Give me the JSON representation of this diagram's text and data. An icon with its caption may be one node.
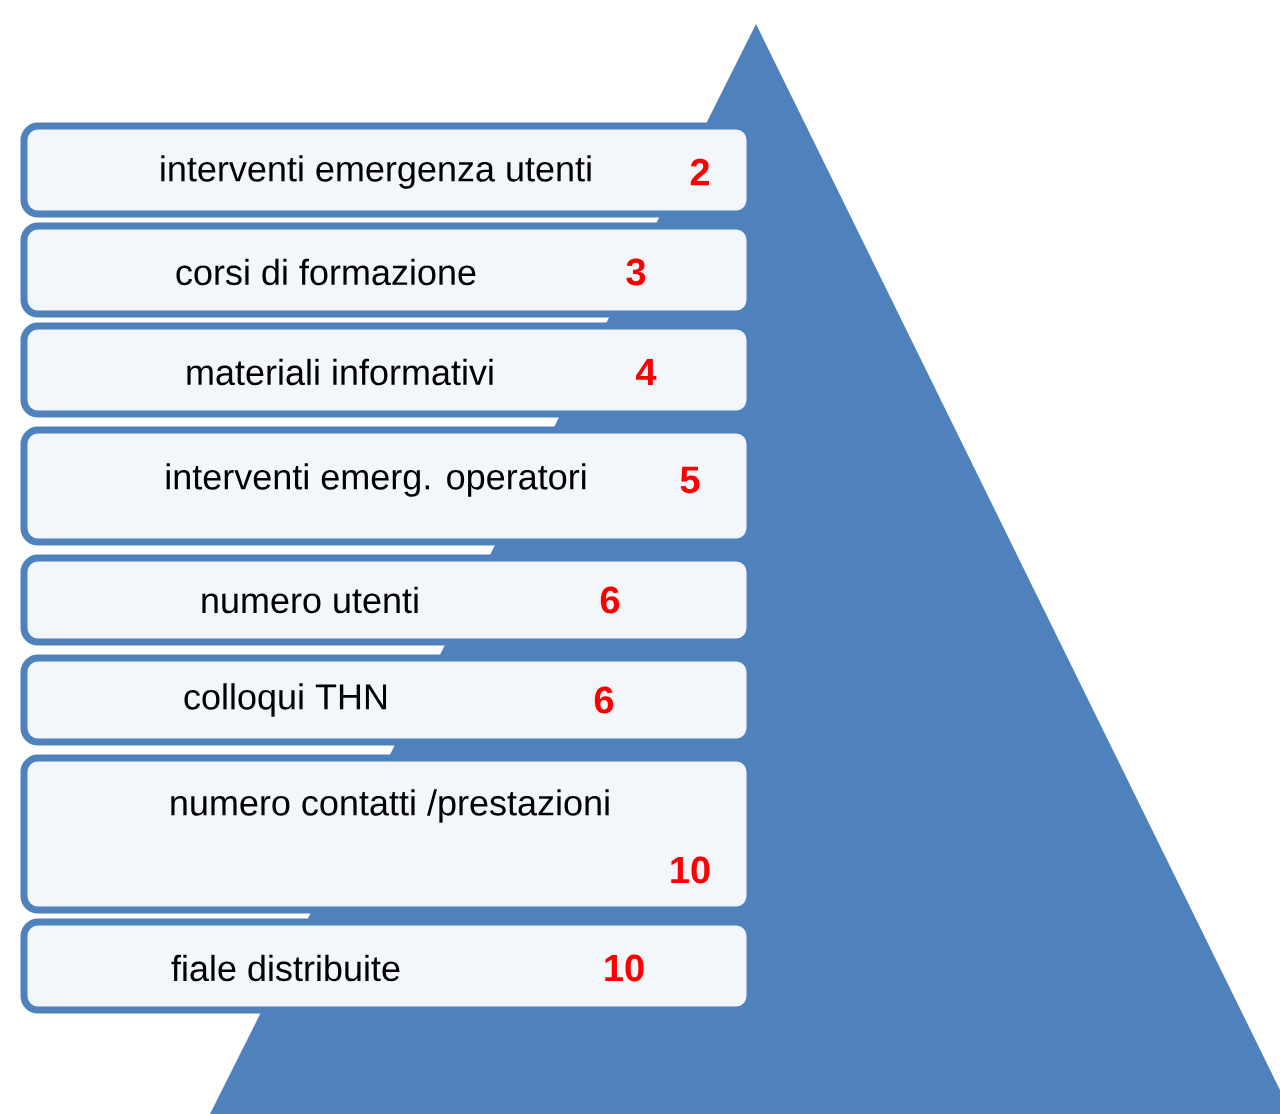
{
  "diagram": {
    "nodes": [
      {
        "text": [],
        "shape": "triangle"
      },
      {
        "text": [
          "interventi emergenza utenti",
          "2"
        ]
      },
      {
        "text": [
          "corsi di formazione",
          "3"
        ]
      },
      {
        "text": [
          "materiali informativi",
          "4"
        ]
      },
      {
        "text": [
          "interventi emerg. operatori",
          "5"
        ]
      },
      {
        "text": [
          "numero utenti",
          "6"
        ]
      },
      {
        "text": [
          "colloqui THN",
          "6"
        ]
      },
      {
        "text": [
          "numero contatti /prestazioni",
          "10"
        ]
      },
      {
        "text": [
          "fiale distribuite",
          "10"
        ]
      }
    ]
  }
}
